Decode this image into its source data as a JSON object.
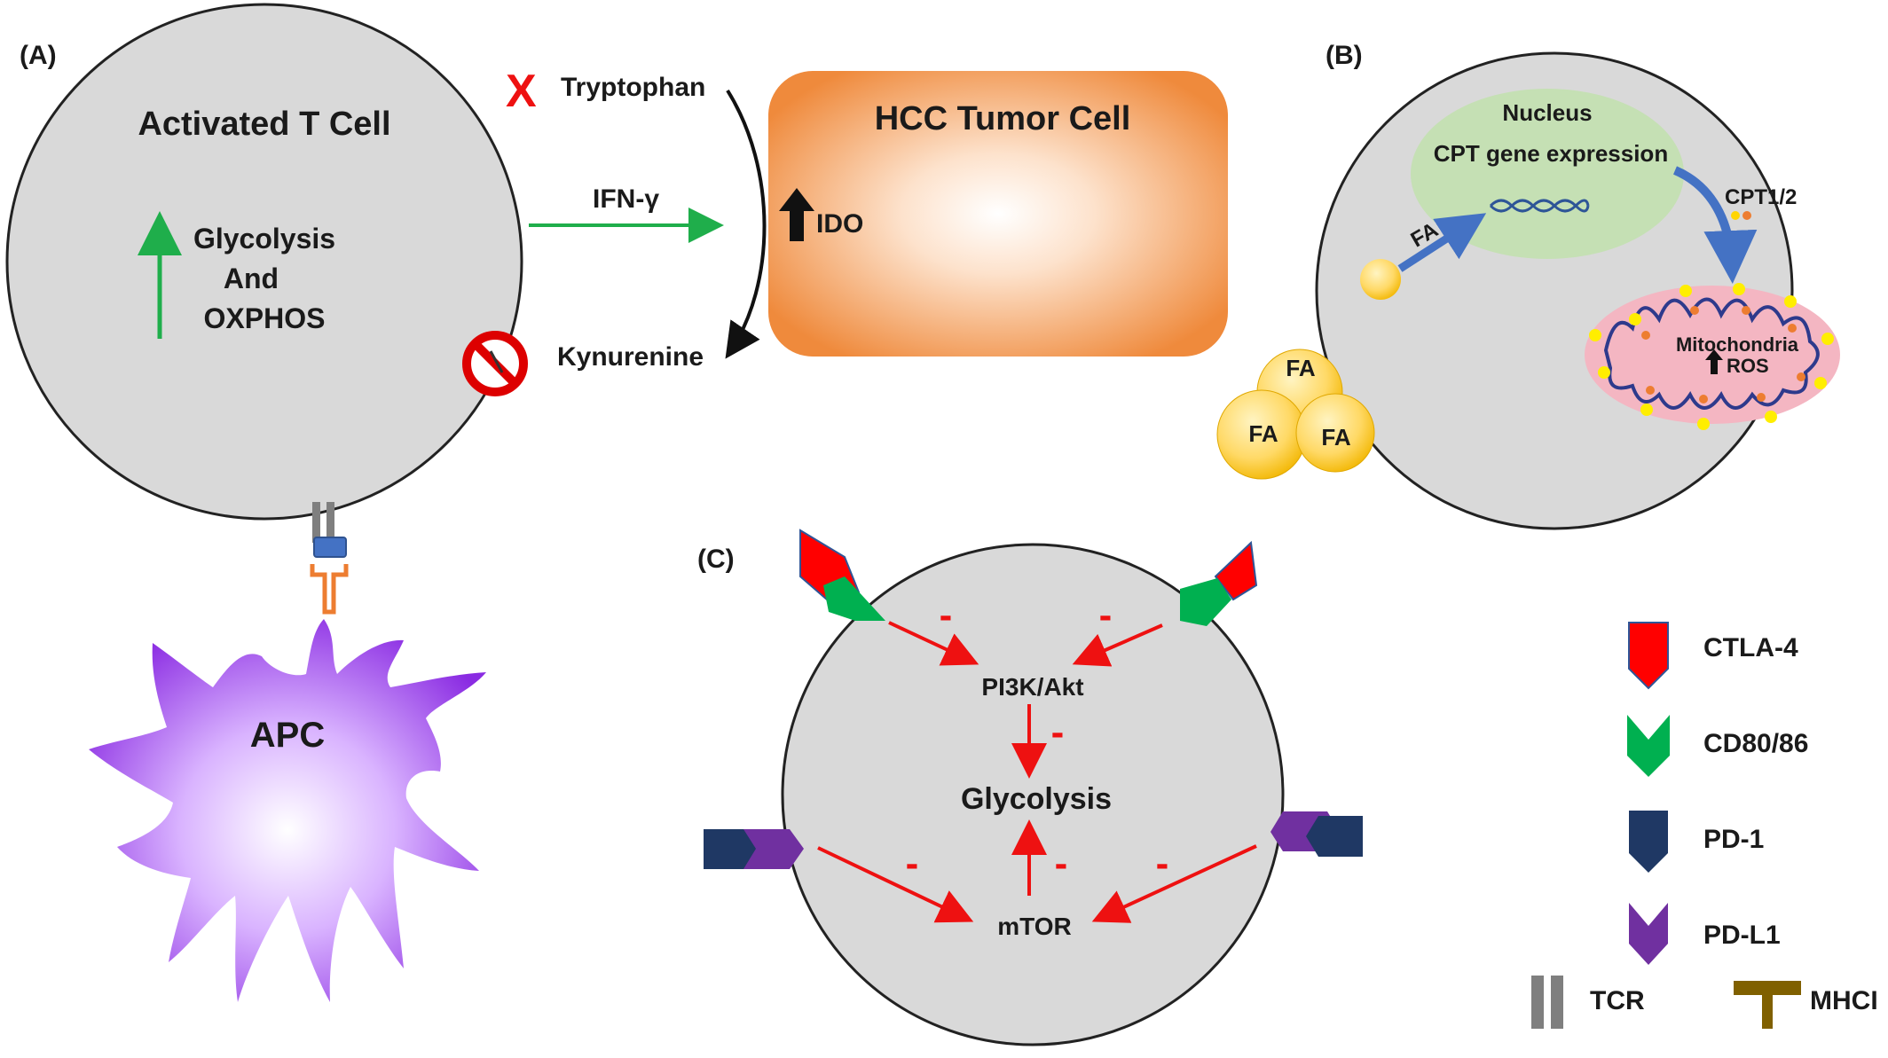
{
  "panels": {
    "a": {
      "label": "(A)",
      "tcell_title": "Activated T Cell",
      "metab_line1": "Glycolysis",
      "metab_line2": "And",
      "metab_line3": "OXPHOS",
      "tryptophan": "Tryptophan",
      "kynurenine": "Kynurenine",
      "ifn": "IFN-γ",
      "hcc_title": "HCC Tumor Cell",
      "ido": "IDO",
      "apc": "APC",
      "block_mark": "X"
    },
    "b": {
      "label": "(B)",
      "nucleus": "Nucleus",
      "cpt_expression": "CPT gene expression",
      "cpt12": "CPT1/2",
      "fa_arrow": "FA",
      "mitochondria": "Mitochondria",
      "ros": "ROS",
      "fa_drop_1": "FA",
      "fa_drop_2": "FA",
      "fa_drop_3": "FA"
    },
    "c": {
      "label": "(C)",
      "pi3k": "PI3K/Akt",
      "glycolysis": "Glycolysis",
      "mtor": "mTOR",
      "minus": "-"
    }
  },
  "legend": {
    "ctla4": "CTLA-4",
    "cd8086": "CD80/86",
    "pd1": "PD-1",
    "pdl1": "PD-L1",
    "tcr": "TCR",
    "mhci": "MHCI"
  },
  "colors": {
    "cell_fill": "#d9d9d9",
    "tumor_orange": "#ef8a3c",
    "arrow_red": "#ee1111",
    "arrow_green": "#1fae4b",
    "arrow_blue": "#4472c4",
    "ctla4_red": "#ff0000",
    "cd80_green": "#00b050",
    "pd1_navy": "#1f3864",
    "pdl1_purple": "#7030a0",
    "apc_purple": "#9b30ff",
    "nucleus_green": "#c5e0b4",
    "mito_pink": "#f4b6c2",
    "fa_yellow": "#ffd966"
  }
}
